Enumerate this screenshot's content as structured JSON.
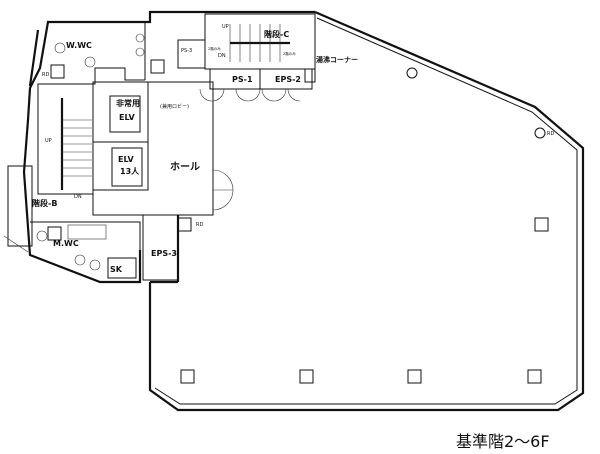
{
  "plan": {
    "caption": "基準階2～6F",
    "rooms": {
      "w_wc": "W.WC",
      "m_wc": "M.WC",
      "stair_b": "階段-B",
      "stair_c": "階段-C",
      "emergency_elv_1": "非常用",
      "emergency_elv_2": "ELV",
      "elv_1": "ELV",
      "elv_2": "13人",
      "lobby_note": "(兼用ロビー)",
      "hall": "ホール",
      "ps1": "PS-1",
      "ps3": "PS-3",
      "eps2": "EPS-2",
      "eps3": "EPS-3",
      "kitchenette": "湯沸コーナー",
      "sk": "SK",
      "rd": "RD",
      "rd2": "RD",
      "rd3": "RD",
      "up_b": "UP",
      "dn_b": "DN",
      "up_c": "UP",
      "dn_c": "DN",
      "only2f_1": "2階のみ",
      "only2f_2": "2階のみ"
    }
  }
}
